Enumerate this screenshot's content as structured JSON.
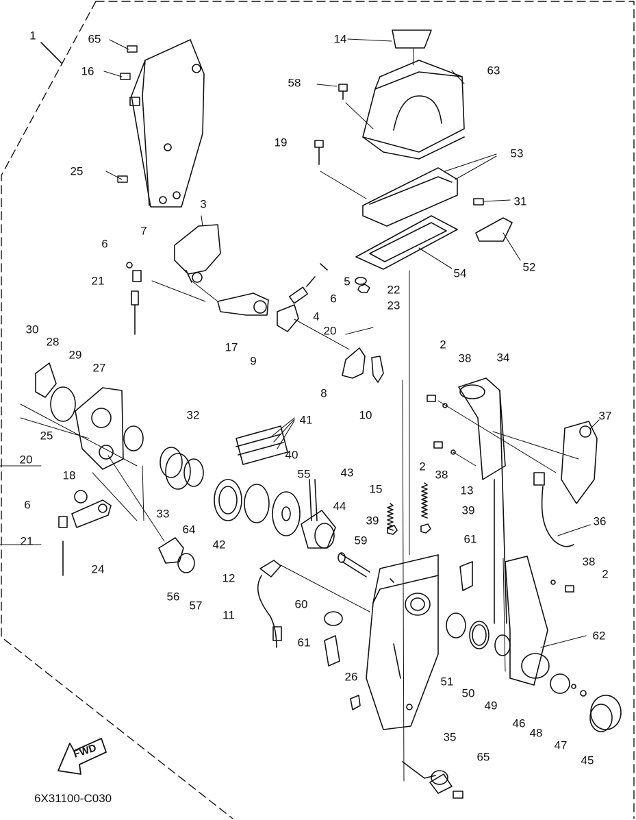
{
  "diagram": {
    "code": "6X31100-C030",
    "fwd_label": "FWD",
    "part_numbers": [
      "1",
      "65",
      "16",
      "25",
      "3",
      "7",
      "6",
      "21",
      "17",
      "9",
      "4",
      "5",
      "6",
      "22",
      "23",
      "20",
      "8",
      "10",
      "14",
      "58",
      "63",
      "19",
      "53",
      "31",
      "52",
      "54",
      "30",
      "28",
      "29",
      "27",
      "25",
      "20",
      "18",
      "6",
      "21",
      "24",
      "32",
      "41",
      "40",
      "55",
      "43",
      "44",
      "33",
      "64",
      "42",
      "56",
      "57",
      "12",
      "11",
      "60",
      "61",
      "15",
      "39",
      "59",
      "13",
      "39",
      "61",
      "2",
      "38",
      "34",
      "37",
      "2",
      "38",
      "36",
      "38",
      "2",
      "62",
      "51",
      "50",
      "49",
      "46",
      "48",
      "47",
      "45",
      "26",
      "35",
      "65"
    ]
  }
}
